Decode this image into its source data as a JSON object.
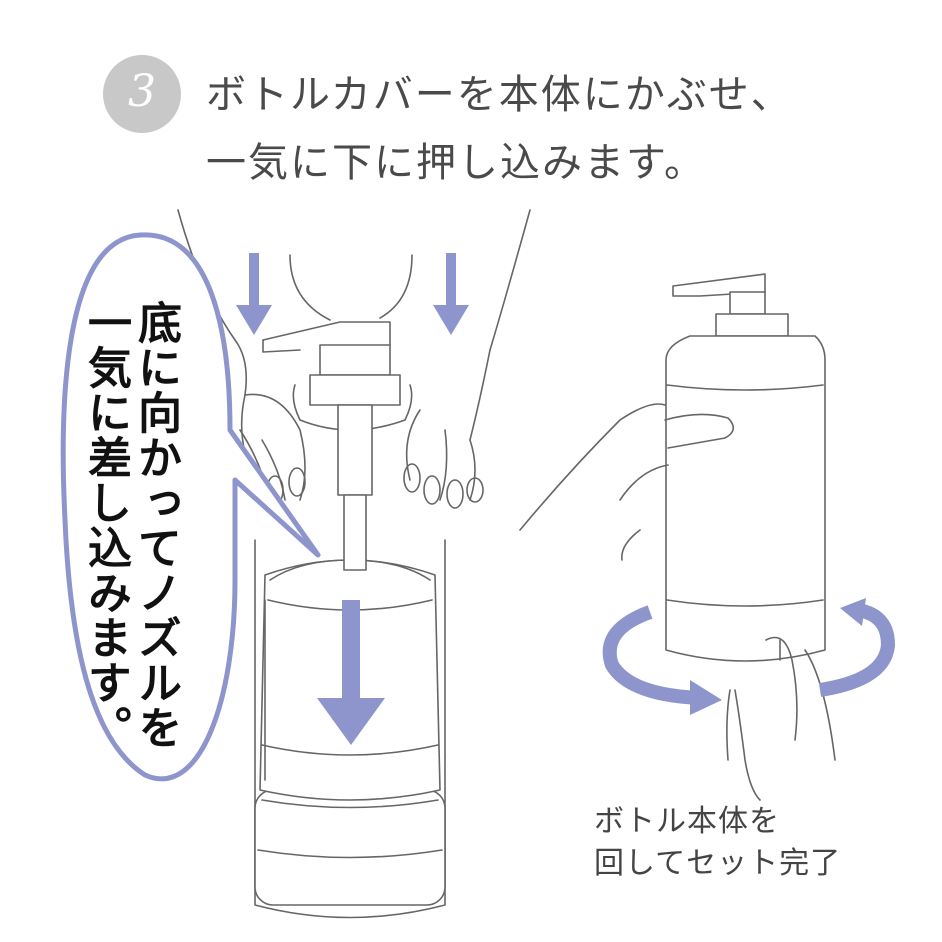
{
  "step": {
    "number": "3"
  },
  "instruction": {
    "line1": "ボトルカバーを本体にかぶせ、",
    "line2": "一気に下に押し込みます。"
  },
  "speech_bubble": {
    "column1": "底に向かってノズルを",
    "column2": "一気に差し込みます。"
  },
  "caption": {
    "line1": "ボトル本体を",
    "line2": "回してセット完了"
  },
  "colors": {
    "arrow": "#8e95cc",
    "bubble_outline": "#8e95cc",
    "badge": "#c8c8c8",
    "line_art": "#666666"
  }
}
